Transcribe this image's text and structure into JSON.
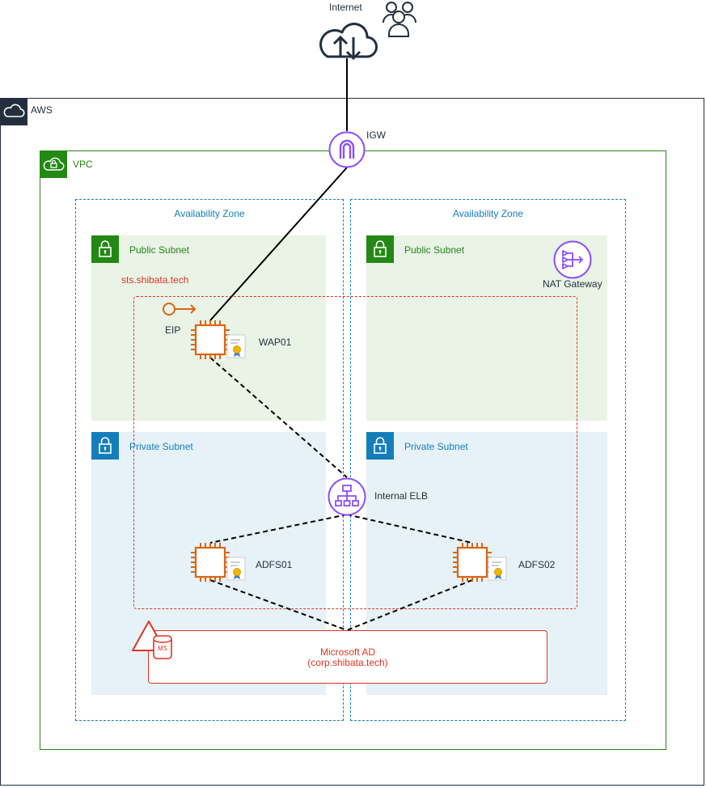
{
  "internet": {
    "label": "Internet"
  },
  "aws": {
    "label": "AWS"
  },
  "vpc": {
    "label": "VPC"
  },
  "igw": {
    "label": "IGW"
  },
  "zones": [
    {
      "label": "Availability Zone",
      "public_subnet": "Public Subnet",
      "private_subnet": "Private Subnet"
    },
    {
      "label": "Availability Zone",
      "public_subnet": "Public Subnet",
      "private_subnet": "Private Subnet"
    }
  ],
  "domain_label": "sts.shibata.tech",
  "eip": {
    "label": "EIP"
  },
  "nat_gateway": {
    "label": "NAT Gateway"
  },
  "wap01": {
    "label": "WAP01"
  },
  "internal_elb": {
    "label": "Internal ELB"
  },
  "adfs01": {
    "label": "ADFS01"
  },
  "adfs02": {
    "label": "ADFS02"
  },
  "microsoft_ad": {
    "title": "Microsoft AD",
    "domain": "(corp.shibata.tech)",
    "icon_text": "MS"
  },
  "colors": {
    "aws": "#232f3e",
    "vpc": "#248814",
    "private": "#147eba",
    "public_fill": "#e9f3e6",
    "private_fill": "#e6f2f8",
    "network": "#8c4fff",
    "compute": "#d86613",
    "directory": "#dd3522"
  }
}
